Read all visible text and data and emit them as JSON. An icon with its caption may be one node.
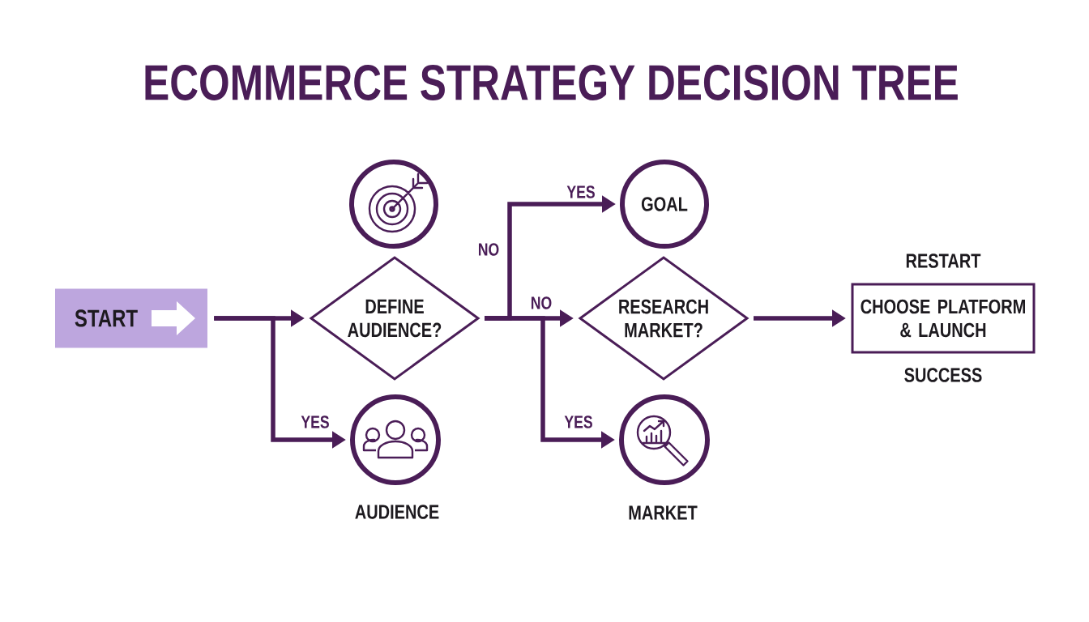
{
  "diagram": {
    "title": "ECOMMERCE STRATEGY DECISION TREE",
    "nodes": [
      {
        "text": [
          "START"
        ]
      },
      {
        "text": [],
        "shape": "circle"
      },
      {
        "text": [
          "DEFINE AUDIENCE?"
        ]
      },
      {
        "text": [],
        "shape": "circle",
        "beside": [
          "AUDIENCE"
        ]
      },
      {
        "text": [
          "GOAL"
        ]
      },
      {
        "text": [
          "RESEARCH MARKET?"
        ]
      },
      {
        "text": [],
        "shape": "circle",
        "beside": [
          "MARKET"
        ]
      },
      {
        "text": [
          "CHOOSE PLATFORM & LAUNCH"
        ],
        "beside": [
          "RESTART",
          "SUCCESS"
        ]
      }
    ],
    "edges": [
      {
        "from": 0,
        "to": 2,
        "arrow": "to"
      },
      {
        "from": 0,
        "to": 3,
        "arrow": "to",
        "label": "YES"
      },
      {
        "from": 2,
        "to": 4,
        "arrow": "to",
        "label": "YES"
      },
      {
        "from": 2,
        "to": 5,
        "arrow": "to",
        "label": "NO"
      },
      {
        "from": 2,
        "to": 6,
        "arrow": "to",
        "label": "YES"
      },
      {
        "from": 5,
        "to": 7,
        "arrow": "to"
      }
    ],
    "labels": [
      "NO"
    ]
  }
}
